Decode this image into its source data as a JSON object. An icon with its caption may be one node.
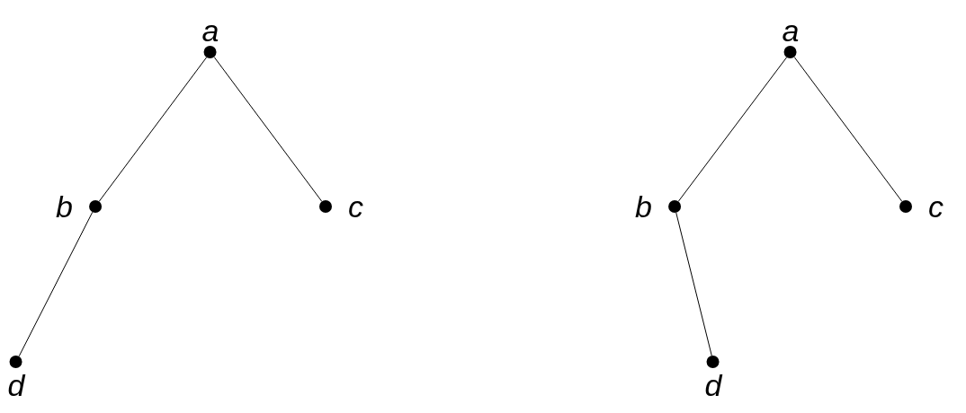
{
  "diagram": {
    "nodes": [
      {
        "text": [
          "a"
        ]
      },
      {
        "text": [
          "b"
        ]
      },
      {
        "text": [
          "c"
        ]
      },
      {
        "text": [
          "d"
        ]
      },
      {
        "text": [
          "a"
        ]
      },
      {
        "text": [
          "b"
        ]
      },
      {
        "text": [
          "c"
        ]
      },
      {
        "text": [
          "d"
        ]
      }
    ],
    "edges": [
      {
        "from": 0,
        "to": 1,
        "arrow": "none"
      },
      {
        "from": 0,
        "to": 2,
        "arrow": "none"
      },
      {
        "from": 1,
        "to": 3,
        "arrow": "none"
      },
      {
        "from": 4,
        "to": 5,
        "arrow": "none"
      },
      {
        "from": 4,
        "to": 6,
        "arrow": "none"
      },
      {
        "from": 5,
        "to": 7,
        "arrow": "none"
      }
    ]
  }
}
